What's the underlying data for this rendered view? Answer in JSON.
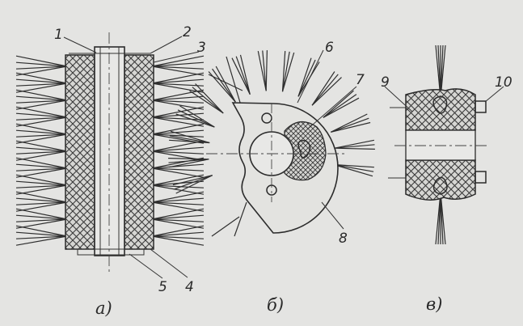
{
  "figure": {
    "part_labels": [
      "1",
      "2",
      "3",
      "4",
      "5",
      "6",
      "7",
      "8",
      "9",
      "10"
    ],
    "captions": [
      "а)",
      "б)",
      "в)"
    ]
  },
  "palette": {
    "paper": "#e4e4e2",
    "ink": "#2b2b2b",
    "hatch": "#3a3a3a"
  }
}
